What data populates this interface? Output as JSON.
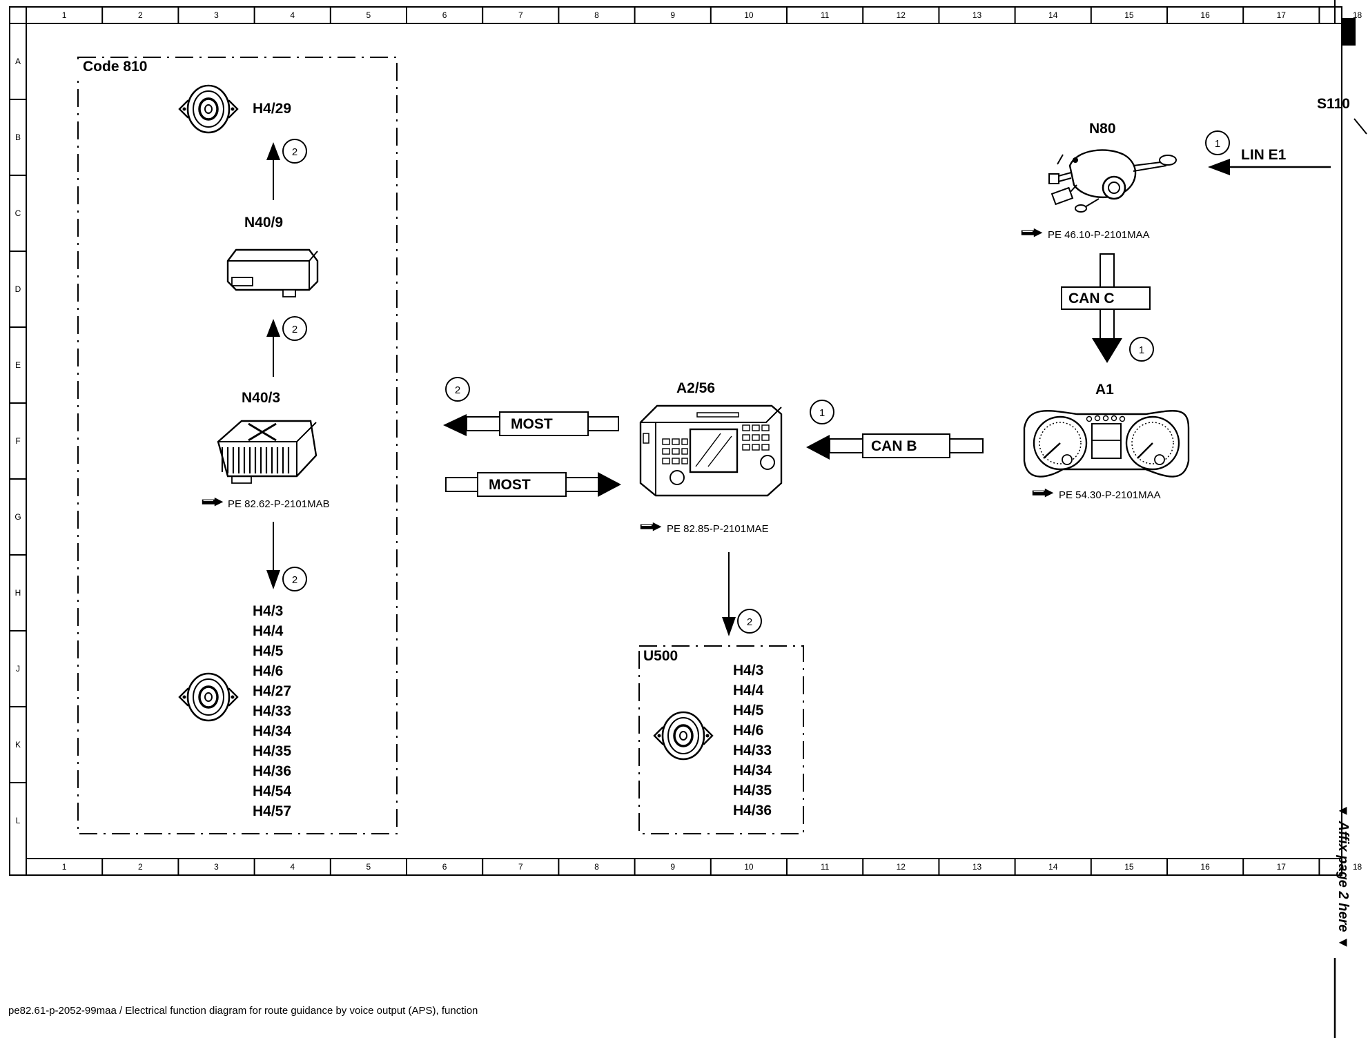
{
  "sheet_id": "S110",
  "grid": {
    "columns": [
      "1",
      "2",
      "3",
      "4",
      "5",
      "6",
      "7",
      "8",
      "9",
      "10",
      "11",
      "12",
      "13",
      "14",
      "15",
      "16",
      "17",
      "18"
    ],
    "rows": [
      "A",
      "B",
      "C",
      "D",
      "E",
      "F",
      "G",
      "H",
      "J",
      "K",
      "L"
    ]
  },
  "code_group": {
    "label": "Code 810"
  },
  "components": {
    "speaker_top": {
      "label": "H4/29"
    },
    "n40_9": {
      "label": "N40/9"
    },
    "n40_3": {
      "label": "N40/3",
      "ref": "PE 82.62-P-2101MAB"
    },
    "speaker_group_left": {
      "labels": [
        "H4/3",
        "H4/4",
        "H4/5",
        "H4/6",
        "H4/27",
        "H4/33",
        "H4/34",
        "H4/35",
        "H4/36",
        "H4/54",
        "H4/57"
      ]
    },
    "a2_56": {
      "label": "A2/56",
      "ref": "PE 82.85-P-2101MAE"
    },
    "n80": {
      "label": "N80",
      "ref": "PE 46.10-P-2101MAA"
    },
    "a1": {
      "label": "A1",
      "ref": "PE 54.30-P-2101MAA"
    },
    "u500": {
      "label": "U500",
      "labels": [
        "H4/3",
        "H4/4",
        "H4/5",
        "H4/6",
        "H4/33",
        "H4/34",
        "H4/35",
        "H4/36"
      ]
    }
  },
  "buses": {
    "most_out": "MOST",
    "most_in": "MOST",
    "can_b": "CAN B",
    "can_c": "CAN C",
    "lin": "LIN E1"
  },
  "markers": {
    "n40_9_up": "2",
    "n40_3_up": "2",
    "n40_3_down": "2",
    "most_out": "2",
    "can_b": "1",
    "can_c": "1",
    "lin": "1",
    "u500": "2"
  },
  "affix_note": "▼ Affix page 2 here ▼",
  "footer": "pe82.61-p-2052-99maa / Electrical function diagram for route guidance by voice output (APS), function"
}
